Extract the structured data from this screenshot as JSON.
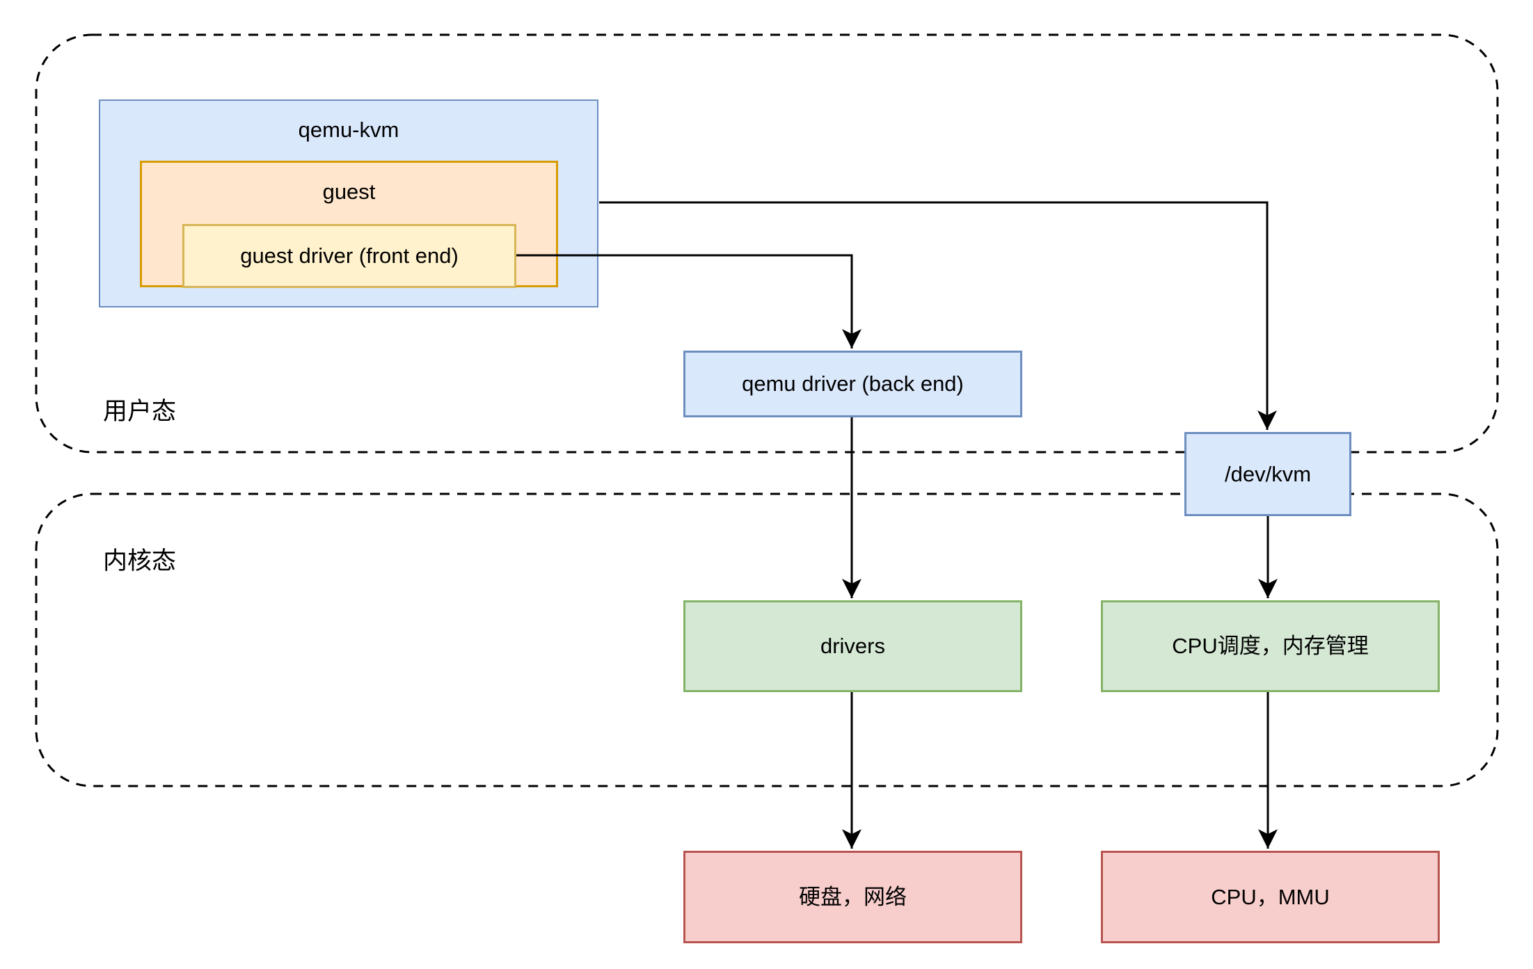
{
  "diagram": {
    "title_hint": "qemu-kvm architecture diagram",
    "regions": {
      "user_mode": {
        "label": "用户态"
      },
      "kernel_mode": {
        "label": "内核态"
      }
    },
    "nodes": {
      "qemu_kvm": {
        "label": "qemu-kvm"
      },
      "guest": {
        "label": "guest"
      },
      "guest_driver": {
        "label": "guest driver (front end)"
      },
      "qemu_driver": {
        "label": "qemu driver (back end)"
      },
      "dev_kvm": {
        "label": "/dev/kvm"
      },
      "drivers": {
        "label": "drivers"
      },
      "cpu_sched": {
        "label": "CPU调度，内存管理"
      },
      "disk_net": {
        "label": "硬盘，网络"
      },
      "cpu_mmu": {
        "label": "CPU，MMU"
      }
    },
    "edges": [
      {
        "from": "qemu-kvm",
        "to": "/dev/kvm"
      },
      {
        "from": "guest driver (front end)",
        "to": "qemu driver (back end)"
      },
      {
        "from": "qemu driver (back end)",
        "to": "drivers"
      },
      {
        "from": "/dev/kvm",
        "to": "CPU调度，内存管理"
      },
      {
        "from": "drivers",
        "to": "硬盘，网络"
      },
      {
        "from": "CPU调度，内存管理",
        "to": "CPU，MMU"
      }
    ],
    "colors": {
      "blue_fill": "#dae8fc",
      "blue_border": "#6c8ebf",
      "orange_fill": "#ffe6cc",
      "orange_border": "#d79b00",
      "yellow_fill": "#fff2cc",
      "yellow_border": "#d6b656",
      "green_fill": "#d5e8d4",
      "green_border": "#82b366",
      "red_fill": "#f8cecc",
      "red_border": "#b85450",
      "line": "#000000",
      "background": "#ffffff"
    }
  }
}
